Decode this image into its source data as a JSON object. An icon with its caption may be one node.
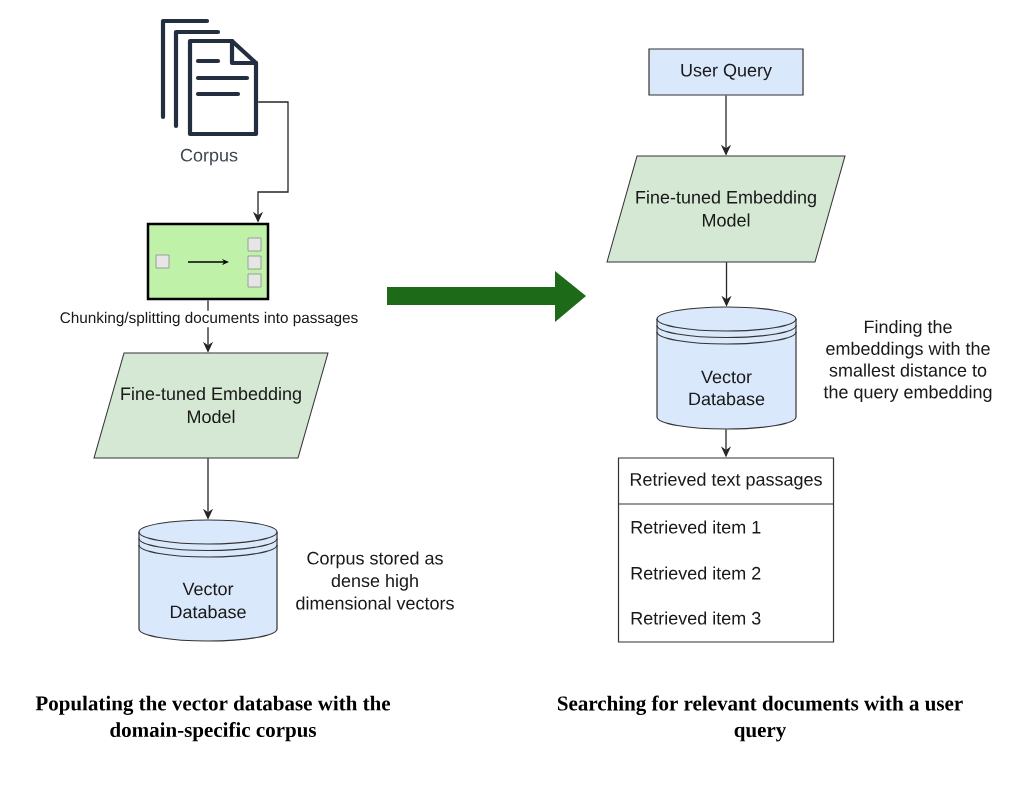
{
  "diagram": {
    "nodes": [
      {
        "text": [
          "Corpus"
        ]
      },
      {
        "text": [],
        "shape": "box",
        "beside": [
          "Chunking/splitting documents into passages"
        ]
      },
      {
        "text": [
          "Fine-tuned Embedding Model"
        ]
      },
      {
        "text": [
          "Vector Database"
        ],
        "beside": [
          "Corpus stored as dense high dimensional vectors"
        ]
      },
      {
        "text": [
          "User Query"
        ]
      },
      {
        "text": [
          "Fine-tuned Embedding Model"
        ]
      },
      {
        "text": [
          "Vector Database"
        ],
        "beside": [
          "Finding the embeddings with the smallest distance to the query embedding"
        ]
      },
      {
        "text": [
          "Retrieved text passages",
          "Retrieved item 1",
          "Retrieved item 2",
          "Retrieved item 3"
        ]
      }
    ],
    "edges": [
      {
        "from": 0,
        "to": 1,
        "arrow": "to"
      },
      {
        "from": 1,
        "to": 2,
        "arrow": "to"
      },
      {
        "from": 2,
        "to": 3,
        "arrow": "to"
      },
      {
        "from": 4,
        "to": 5,
        "arrow": "to"
      },
      {
        "from": 5,
        "to": 6,
        "arrow": "to"
      },
      {
        "from": 6,
        "to": 7,
        "arrow": "to"
      }
    ],
    "labels": [
      "Populating the vector database with the domain-specific corpus",
      "Searching for relevant documents with a user query"
    ]
  }
}
